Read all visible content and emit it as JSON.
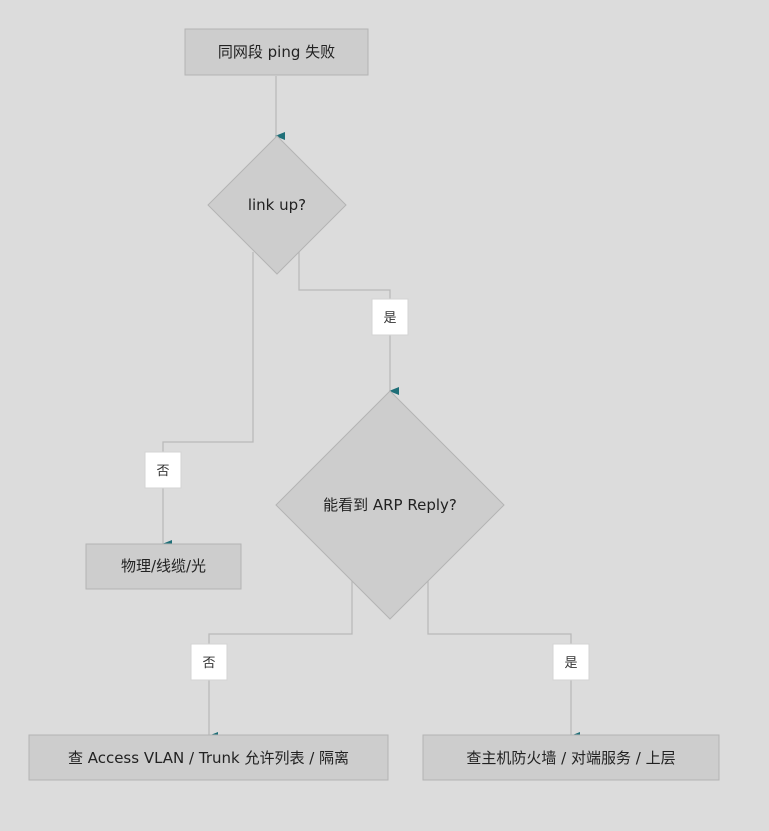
{
  "diagram": {
    "colors": {
      "background": "#dcdcdc",
      "node_fill": "#cdcdcd",
      "node_stroke": "#b4b4b4",
      "edge": "#b8b8b8",
      "arrowhead": "#1f6f78",
      "label_fill": "#ffffff"
    },
    "nodes": {
      "start": "同网段 ping 失败",
      "link_up": "link up?",
      "physical": "物理/线缆/光",
      "arp_reply": "能看到 ARP Reply?",
      "check_vlan": "查 Access VLAN / Trunk 允许列表 / 隔离",
      "check_host": "查主机防火墙 / 对端服务 / 上层"
    },
    "edge_labels": {
      "link_yes": "是",
      "link_no": "否",
      "arp_no": "否",
      "arp_yes": "是"
    }
  }
}
